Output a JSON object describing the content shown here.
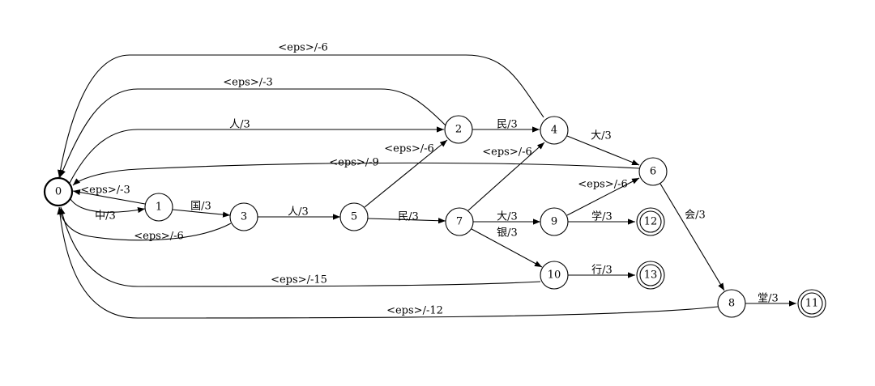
{
  "diagram": {
    "type": "weighted-finite-state-transducer",
    "nodes": [
      {
        "id": "0",
        "label": "0",
        "initial": true,
        "final": false
      },
      {
        "id": "1",
        "label": "1",
        "final": false
      },
      {
        "id": "2",
        "label": "2",
        "final": false
      },
      {
        "id": "3",
        "label": "3",
        "final": false
      },
      {
        "id": "4",
        "label": "4",
        "final": false
      },
      {
        "id": "5",
        "label": "5",
        "final": false
      },
      {
        "id": "6",
        "label": "6",
        "final": false
      },
      {
        "id": "7",
        "label": "7",
        "final": false
      },
      {
        "id": "8",
        "label": "8",
        "final": false
      },
      {
        "id": "9",
        "label": "9",
        "final": false
      },
      {
        "id": "10",
        "label": "10",
        "final": false
      },
      {
        "id": "11",
        "label": "11",
        "final": true
      },
      {
        "id": "12",
        "label": "12",
        "final": true
      },
      {
        "id": "13",
        "label": "13",
        "final": true
      }
    ],
    "edges": [
      {
        "from": "4",
        "to": "0",
        "label": "<eps>/-6"
      },
      {
        "from": "2",
        "to": "0",
        "label": "<eps>/-3"
      },
      {
        "from": "0",
        "to": "2",
        "label": "人/3"
      },
      {
        "from": "2",
        "to": "4",
        "label": "民/3"
      },
      {
        "from": "4",
        "to": "6",
        "label": "大/3"
      },
      {
        "from": "5",
        "to": "2",
        "label": "<eps>/-6"
      },
      {
        "from": "7",
        "to": "4",
        "label": "<eps>/-6"
      },
      {
        "from": "6",
        "to": "0",
        "label": "<eps>/-9"
      },
      {
        "from": "1",
        "to": "0",
        "label": "<eps>/-3"
      },
      {
        "from": "0",
        "to": "1",
        "label": "中/3"
      },
      {
        "from": "1",
        "to": "3",
        "label": "国/3"
      },
      {
        "from": "3",
        "to": "0",
        "label": "<eps>/-6"
      },
      {
        "from": "3",
        "to": "5",
        "label": "人/3"
      },
      {
        "from": "5",
        "to": "7",
        "label": "民/3"
      },
      {
        "from": "9",
        "to": "6",
        "label": "<eps>/-6"
      },
      {
        "from": "7",
        "to": "9",
        "label": "大/3"
      },
      {
        "from": "7",
        "to": "10",
        "label": "银/3"
      },
      {
        "from": "9",
        "to": "12",
        "label": "学/3"
      },
      {
        "from": "6",
        "to": "8",
        "label": "会/3"
      },
      {
        "from": "10",
        "to": "13",
        "label": "行/3"
      },
      {
        "from": "10",
        "to": "0",
        "label": "<eps>/-15"
      },
      {
        "from": "8",
        "to": "11",
        "label": "堂/3"
      },
      {
        "from": "8",
        "to": "0",
        "label": "<eps>/-12"
      }
    ]
  }
}
